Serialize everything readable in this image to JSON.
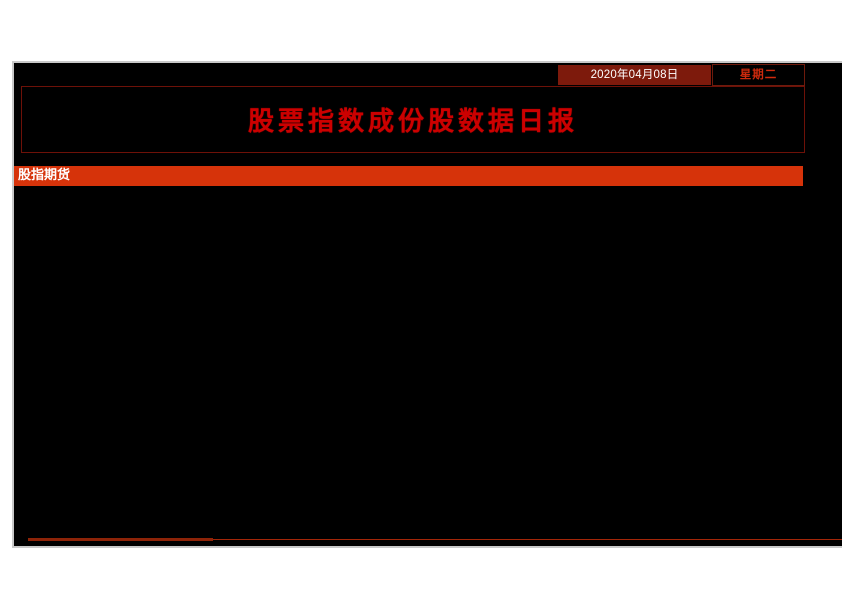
{
  "header": {
    "date": "2020年04月08日",
    "weekday": "星期二"
  },
  "report": {
    "title": "股票指数成份股数据日报"
  },
  "sections": [
    {
      "label": "股指期货",
      "rows": []
    }
  ],
  "colors": {
    "background": "#000000",
    "page": "#ffffff",
    "title_red": "#cc0000",
    "section_orange": "#d6330a",
    "date_maroon": "#7d1a0c",
    "rule_red": "#a32608",
    "weekday_red": "#cf2a0d",
    "frame_gray": "#c9c9c9"
  }
}
